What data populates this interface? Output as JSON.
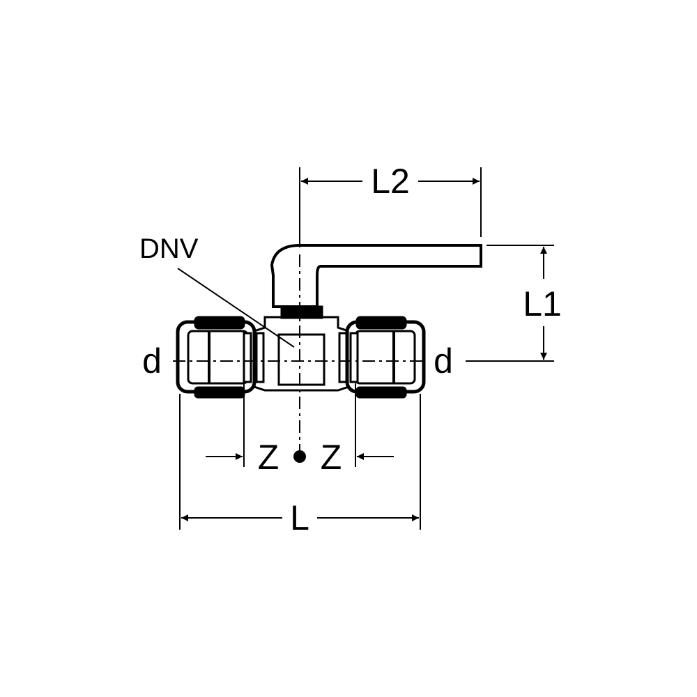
{
  "labels": {
    "L2": "L2",
    "L1": "L1",
    "L": "L",
    "DNV": "DNV",
    "d_left": "d",
    "d_right": "d",
    "Z_left": "Z",
    "Z_right": "Z"
  },
  "colors": {
    "line": "#000000",
    "background": "#ffffff"
  }
}
